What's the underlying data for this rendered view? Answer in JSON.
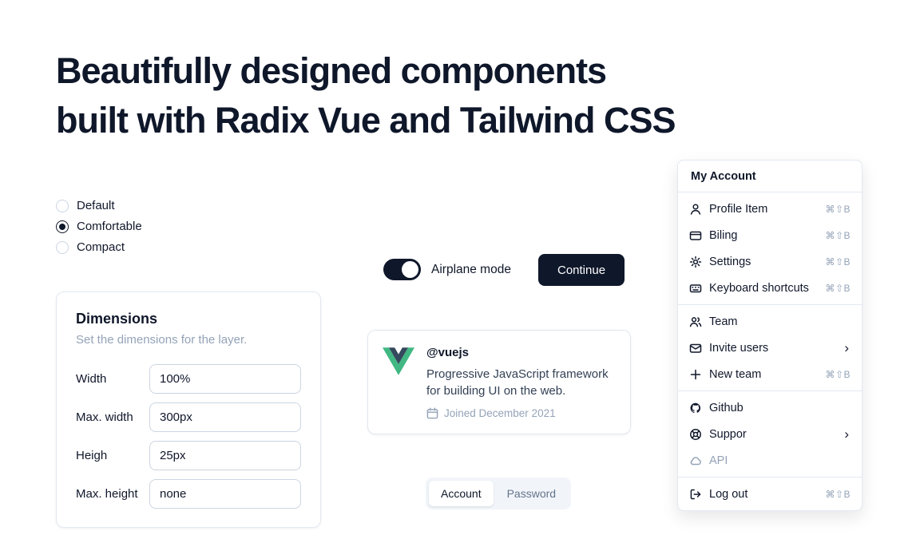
{
  "heading": {
    "line1": "Beautifully designed components",
    "line2": "built with Radix Vue and Tailwind CSS"
  },
  "radio_group": {
    "selected_index": 1,
    "options": [
      {
        "label": "Default"
      },
      {
        "label": "Comfortable"
      },
      {
        "label": "Compact"
      }
    ]
  },
  "dimensions_card": {
    "title": "Dimensions",
    "subtitle": "Set the dimensions for the layer.",
    "fields": [
      {
        "label": "Width",
        "value": "100%"
      },
      {
        "label": "Max. width",
        "value": "300px"
      },
      {
        "label": "Heigh",
        "value": "25px"
      },
      {
        "label": "Max. height",
        "value": "none"
      }
    ]
  },
  "airplane_mode": {
    "label": "Airplane mode",
    "state": "on"
  },
  "continue_button": {
    "label": "Continue"
  },
  "vue_card": {
    "handle": "@vuejs",
    "description": "Progressive JavaScript framework for building UI on the web.",
    "joined": "Joined December 2021"
  },
  "tabs": {
    "active_index": 0,
    "items": [
      {
        "label": "Account"
      },
      {
        "label": "Password"
      }
    ]
  },
  "account_menu": {
    "title": "My Account",
    "groups": [
      {
        "items": [
          {
            "label": "Profile Item",
            "icon": "user-icon",
            "shortcut": "⌘⇧B"
          },
          {
            "label": "Biling",
            "icon": "credit-card-icon",
            "shortcut": "⌘⇧B"
          },
          {
            "label": "Settings",
            "icon": "gear-icon",
            "shortcut": "⌘⇧B"
          },
          {
            "label": "Keyboard shortcuts",
            "icon": "keyboard-icon",
            "shortcut": "⌘⇧B"
          }
        ]
      },
      {
        "items": [
          {
            "label": "Team",
            "icon": "users-icon"
          },
          {
            "label": "Invite users",
            "icon": "invite-users-icon",
            "submenu": true
          },
          {
            "label": "New team",
            "icon": "plus-icon",
            "shortcut": "⌘⇧B"
          }
        ]
      },
      {
        "items": [
          {
            "label": "Github",
            "icon": "github-icon"
          },
          {
            "label": "Suppor",
            "icon": "lifebuoy-icon",
            "submenu": true
          },
          {
            "label": "API",
            "icon": "cloud-icon",
            "disabled": true
          }
        ]
      },
      {
        "items": [
          {
            "label": "Log out",
            "icon": "logout-icon",
            "shortcut": "⌘⇧B"
          }
        ]
      }
    ]
  },
  "ui": {
    "chevron": "›"
  },
  "colors": {
    "accent": "#0f172a",
    "border": "#e2e8f0",
    "muted": "#94a3b8",
    "vue_green": "#41b883",
    "vue_dark": "#35495e"
  }
}
